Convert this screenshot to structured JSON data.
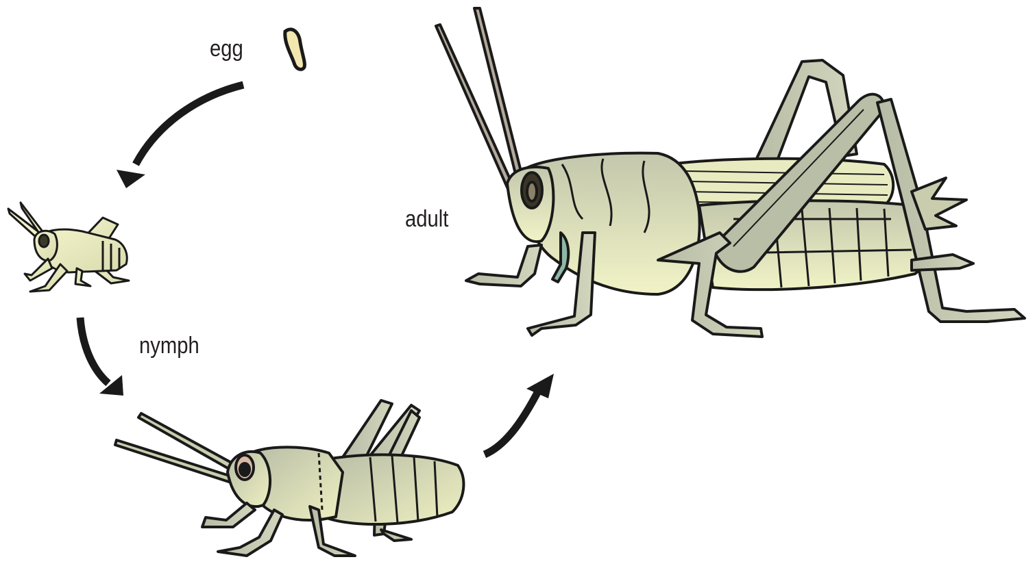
{
  "labels": {
    "egg": "egg",
    "nymph": "nymph",
    "adult": "adult"
  },
  "colors": {
    "outline": "#1a1a1a",
    "body_light": "#eef0c2",
    "body_mid": "#c9cdae",
    "body_grey": "#a9ae9a",
    "egg_fill": "#f3e7b0",
    "leg_green": "#8fb7a6",
    "arrow": "#1a1a1a"
  }
}
